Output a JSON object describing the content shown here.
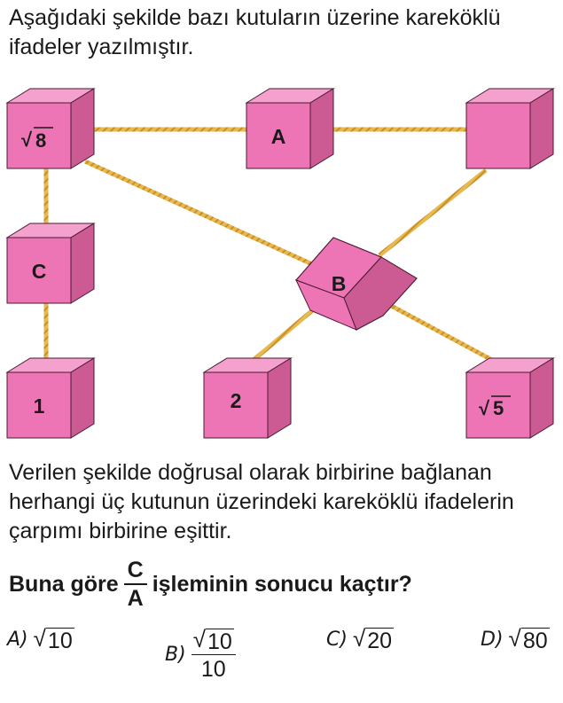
{
  "intro_text": "Aşağıdaki şekilde bazı kutuların üzerine karekök­lü ifadeler yazılmıştır.",
  "description_text": "Verilen şekilde doğrusal olarak birbirine bağla­nan herhangi üç kutunun üzerindeki kareköklü ifadelerin çarpımı birbirine eşittir.",
  "question": {
    "prefix": "Buna göre",
    "numerator": "C",
    "denominator": "A",
    "suffix": "işleminin sonucu kaçtır?"
  },
  "boxes": {
    "top_left": {
      "radicand": "8"
    },
    "top_middle": {
      "label": "A"
    },
    "middle_left": {
      "label": "C"
    },
    "center": {
      "label": "B"
    },
    "bottom_left": {
      "label": "1"
    },
    "bottom_middle": {
      "label": "2"
    },
    "bottom_right": {
      "radicand": "5"
    }
  },
  "options": {
    "a": {
      "label": "A)",
      "radicand": "10"
    },
    "b": {
      "label": "B)",
      "radicand": "10",
      "denominator": "10"
    },
    "c": {
      "label": "C)",
      "radicand": "20"
    },
    "d": {
      "label": "D)",
      "radicand": "80"
    }
  },
  "colors": {
    "box_front": "#ee75b5",
    "box_top": "#f4a1ce",
    "box_side": "#cc5a93",
    "box_edge": "#4a1a33",
    "rope": "#e8b94e"
  }
}
